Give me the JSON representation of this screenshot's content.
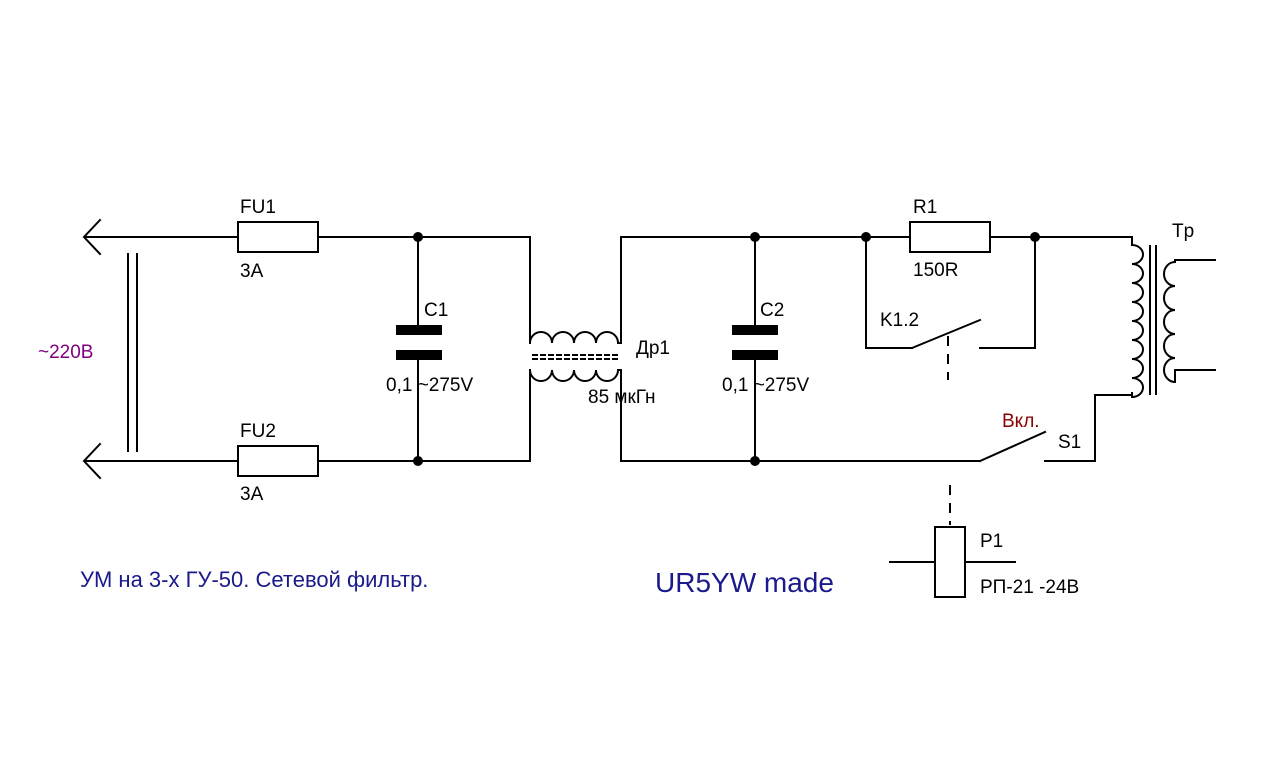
{
  "labels": {
    "mains_voltage": "~220В",
    "fu1": "FU1",
    "fu1_rating": "3А",
    "fu2": "FU2",
    "fu2_rating": "3А",
    "c1": "C1",
    "c1_value": "0,1 ~275V",
    "choke": "Др1",
    "choke_value": "85 мкГн",
    "c2": "C2",
    "c2_value": "0,1 ~275V",
    "r1": "R1",
    "r1_value": "150R",
    "relay_contact": "K1.2",
    "transformer": "Tр",
    "switch_state": "Вкл.",
    "switch": "S1",
    "relay": "P1",
    "relay_model": "РП-21  -24В"
  },
  "caption": {
    "title": "УМ на 3-х ГУ-50. Сетевой фильтр.",
    "brand": "UR5YW made"
  },
  "colors": {
    "wire": "#000000",
    "mains_label": "#800080",
    "switch_label": "#8b0000",
    "caption": "#1a1a8c"
  }
}
